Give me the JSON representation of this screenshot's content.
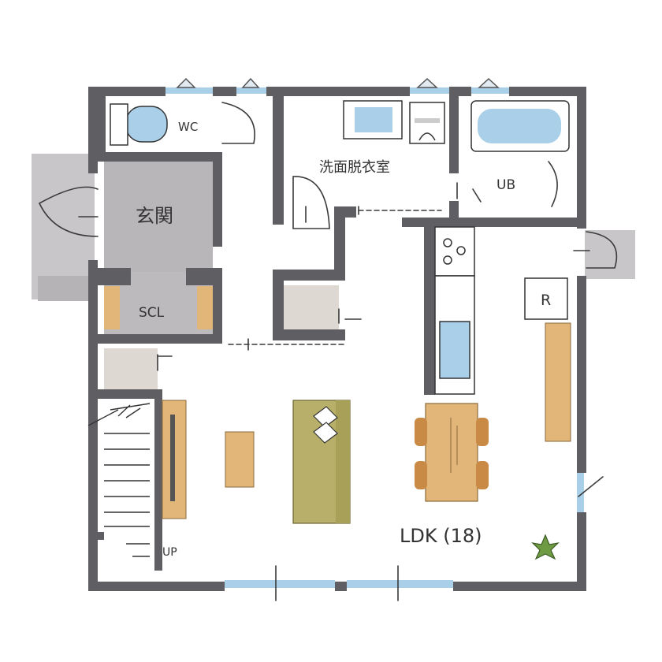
{
  "labels": {
    "wc": "WC",
    "entrance": "玄関",
    "scl": "SCL",
    "washroom": "洗面脱衣室",
    "ub": "UB",
    "fridge": "R",
    "ldk": "LDK (18)",
    "up": "UP"
  },
  "colors": {
    "wall": "#5f5f63",
    "entrance_floor": "#b9b6ba",
    "porch": "#c8c6c9",
    "wood": "#e2b579",
    "storage": "#ddd8d2",
    "tatami": "#b8b06a",
    "water": "#a9cfe9",
    "plant": "#6f9a44"
  }
}
